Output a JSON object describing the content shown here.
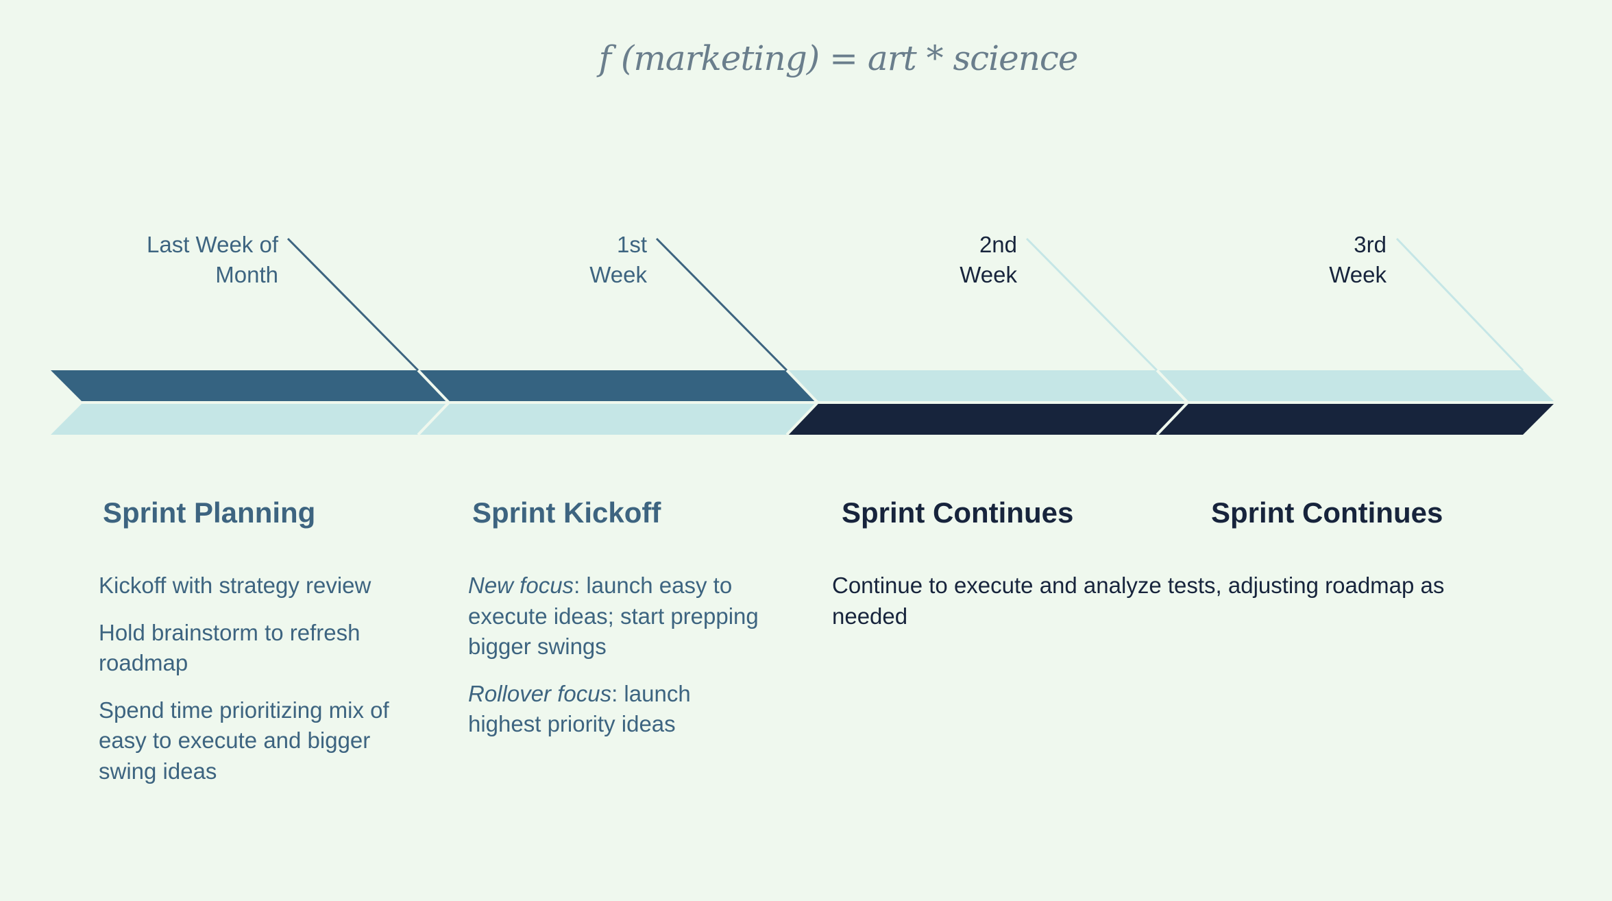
{
  "title": "f (marketing) = art * science",
  "colors": {
    "background": "#eff8ee",
    "steel_blue": "#356381",
    "light_teal": "#c5e6e6",
    "navy": "#17243c",
    "text_blue": "#3d6480",
    "text_navy": "#17243c"
  },
  "stages": [
    {
      "week_label_line1": "Last Week of",
      "week_label_line2": "Month",
      "heading": "Sprint Planning",
      "items": [
        "Kickoff with strategy review",
        "Hold brainstorm to refresh roadmap",
        "Spend time prioritizing mix of easy to execute and bigger swing ideas"
      ]
    },
    {
      "week_label_line1": "1st",
      "week_label_line2": "Week",
      "heading": "Sprint Kickoff",
      "items": [
        {
          "label": "New focus",
          "text": ": launch easy to execute ideas; start prepping bigger swings"
        },
        {
          "label": "Rollover focus",
          "text": ": launch highest priority ideas"
        }
      ]
    },
    {
      "week_label_line1": "2nd",
      "week_label_line2": "Week",
      "heading": "Sprint Continues"
    },
    {
      "week_label_line1": "3rd",
      "week_label_line2": "Week",
      "heading": "Sprint Continues"
    }
  ],
  "shared_note": "Continue to execute and analyze tests, adjusting roadmap as needed"
}
